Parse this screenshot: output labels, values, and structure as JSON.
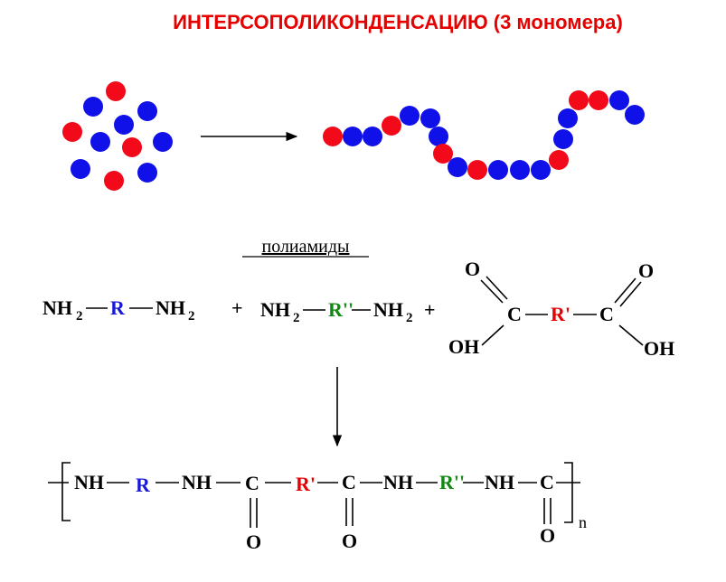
{
  "title": "ИНТЕРСОПОЛИКОНДЕНСАЦИЮ (3 мономера)",
  "section_label": "полиамиды",
  "colors": {
    "title": "#e60000",
    "monomer_red": "#f20a1a",
    "monomer_blue": "#1010e8",
    "R": "#1a1ad6",
    "R_prime": "#e60000",
    "R_double_prime": "#118811"
  },
  "reactants": {
    "diamine1": {
      "left": "NH",
      "left_sub": "2",
      "group": "R",
      "right": "NH",
      "right_sub": "2"
    },
    "plus1": "+",
    "diamine2": {
      "left": "NH",
      "left_sub": "2",
      "group": "R''",
      "right": "NH",
      "right_sub": "2"
    },
    "plus2": "+",
    "diacid": {
      "o_left": "O",
      "o_right": "O",
      "c_left": "C",
      "group": "R'",
      "c_right": "C",
      "oh_left": "OH",
      "oh_right": "OH"
    }
  },
  "product": {
    "nh1": "NH",
    "r1": "R",
    "nh2": "NH",
    "c1": "C",
    "o1": "O",
    "r2": "R'",
    "c2": "C",
    "o2": "O",
    "nh3": "NH",
    "r3": "R''",
    "nh4": "NH",
    "c3": "C",
    "o3": "O",
    "n": "n"
  }
}
